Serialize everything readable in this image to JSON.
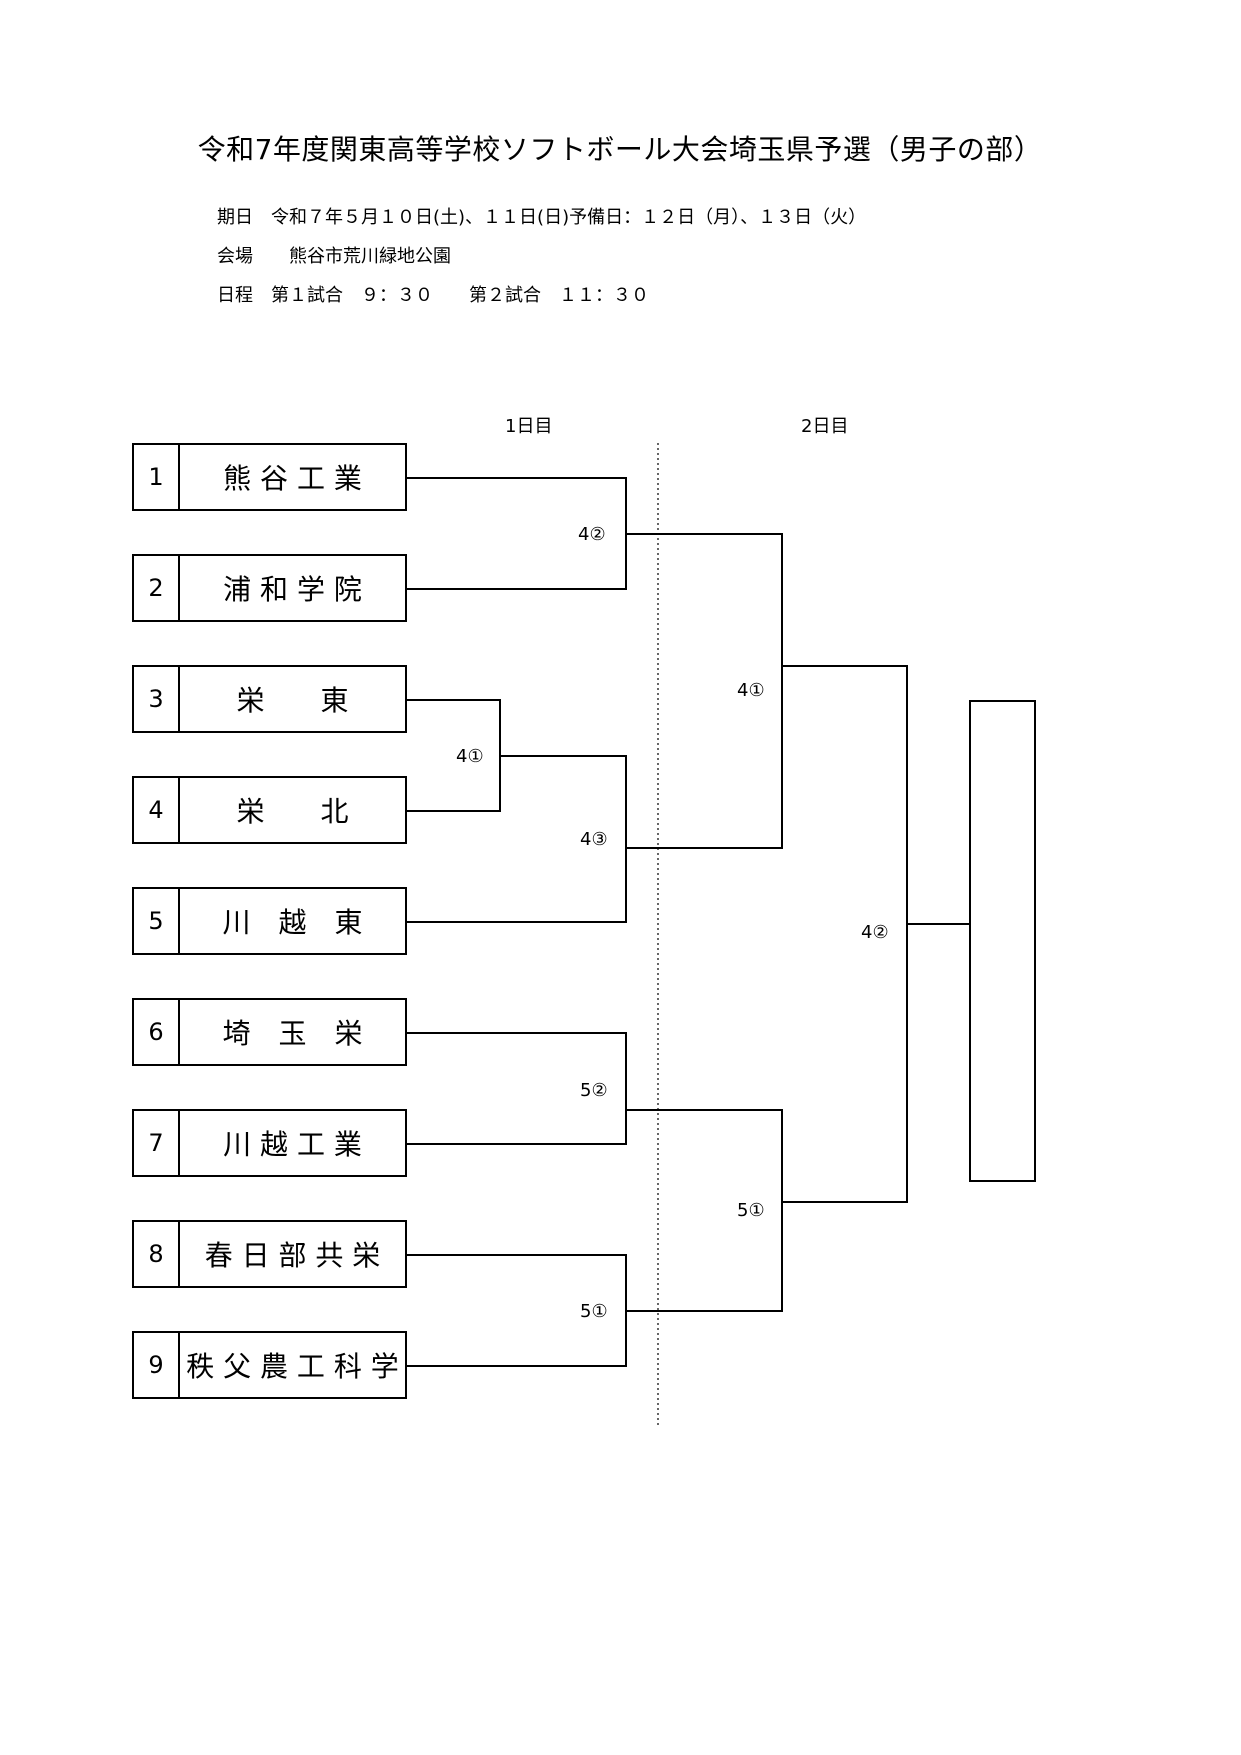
{
  "title": "令和7年度関東高等学校ソフトボール大会埼玉県予選（男子の部）",
  "info": [
    "期日　令和７年５月１０日(土)、１１日(日)予備日：１２日（月）、１３日（火）",
    "会場　　熊谷市荒川緑地公園",
    "日程　第１試合　９：３０　　第２試合　１１：３０"
  ],
  "days": [
    "1日目",
    "2日目"
  ],
  "teams": [
    {
      "num": "1",
      "name": "熊 谷 工 業"
    },
    {
      "num": "2",
      "name": "浦 和 学 院"
    },
    {
      "num": "3",
      "name": "栄　　東"
    },
    {
      "num": "4",
      "name": "栄　　北"
    },
    {
      "num": "5",
      "name": "川　越　東"
    },
    {
      "num": "6",
      "name": "埼　玉　栄"
    },
    {
      "num": "7",
      "name": "川 越 工 業"
    },
    {
      "num": "8",
      "name": "春 日 部 共 栄"
    },
    {
      "num": "9",
      "name": "秩 父 農 工 科 学"
    }
  ],
  "game_labels": [
    "4②",
    "4①",
    "4③",
    "5②",
    "5①",
    "4①",
    "5①",
    "4②"
  ]
}
